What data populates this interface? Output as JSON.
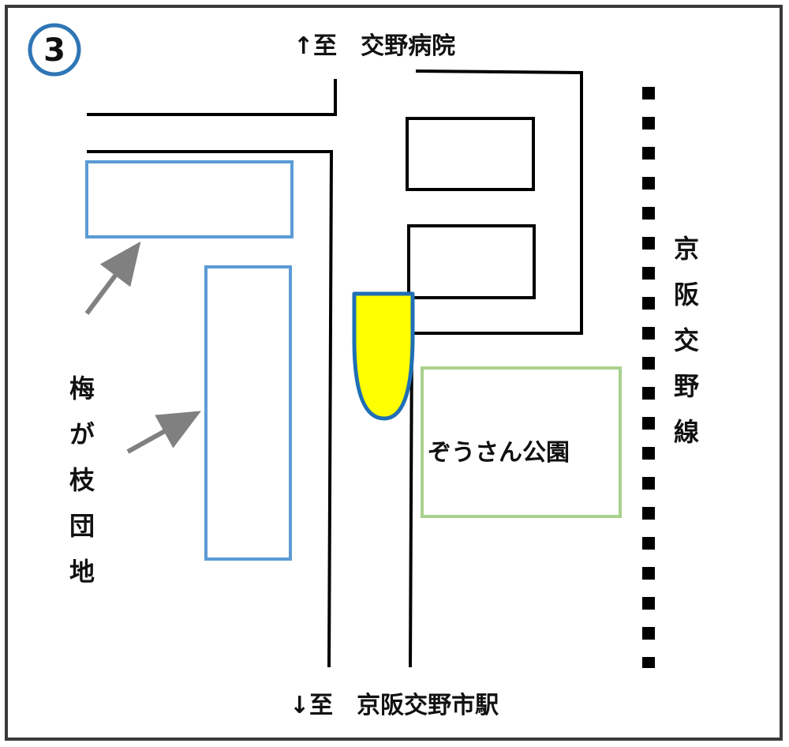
{
  "map": {
    "badge_number": "3",
    "north_label": "↑至　交野病院",
    "south_label": "↓至　京阪交野市駅",
    "park_label": "ぞうさん公園",
    "danchi_label": "梅が枝団地",
    "railway_label": "京阪交野線"
  },
  "colors": {
    "badge": "#2e75b6",
    "danchi_outline": "#5b9bd5",
    "park_outline": "#a9d18e",
    "marker_fill": "#ffff00",
    "marker_outline": "#1f6fb5",
    "arrow": "#808080",
    "road": "#000000"
  }
}
